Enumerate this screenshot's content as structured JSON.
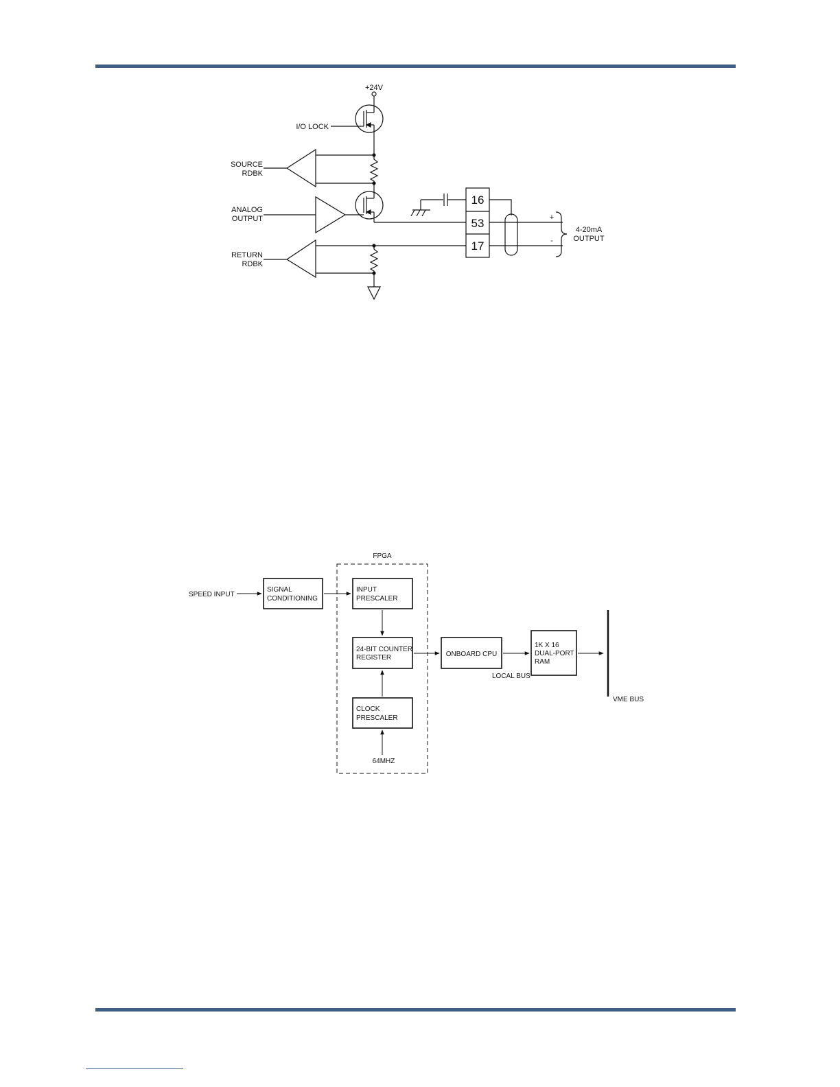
{
  "circuit": {
    "supply": "+24V",
    "io_lock": "I/O LOCK",
    "source_rdbk": [
      "SOURCE",
      "RDBK"
    ],
    "analog_output": [
      "ANALOG",
      "OUTPUT"
    ],
    "return_rdbk": [
      "RETURN",
      "RDBK"
    ],
    "terminals": [
      "16",
      "53",
      "17"
    ],
    "plus": "+",
    "minus": "-",
    "output_range": [
      "4-20mA",
      "OUTPUT"
    ]
  },
  "block_diagram": {
    "fpga_label": "FPGA",
    "speed_input": "SPEED INPUT",
    "signal_conditioning": [
      "SIGNAL",
      "CONDITIONING"
    ],
    "input_prescaler": [
      "INPUT",
      "PRESCALER"
    ],
    "counter_register": [
      "24-BIT COUNTER",
      "REGISTER"
    ],
    "clock_prescaler": [
      "CLOCK",
      "PRESCALER"
    ],
    "clock_source": "64MHZ",
    "onboard_cpu": "ONBOARD CPU",
    "local_bus": "LOCAL BUS",
    "dual_port_ram": [
      "1K X 16",
      "DUAL-PORT",
      "RAM"
    ],
    "vme_bus": "VME BUS"
  },
  "colors": {
    "rule": "#3f5f86",
    "ink": "#111111"
  }
}
